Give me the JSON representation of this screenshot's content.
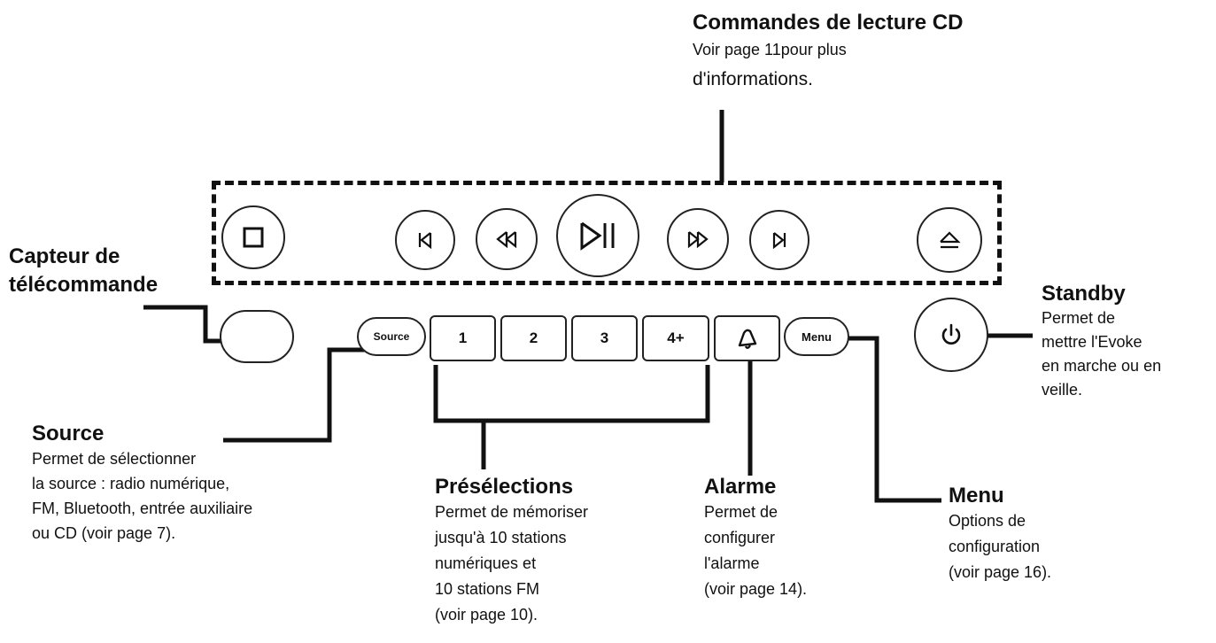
{
  "cd_controls": {
    "title": "Commandes de lecture CD",
    "desc": [
      "Voir page 11pour plus",
      "d'informations."
    ]
  },
  "remote_sensor": {
    "title": [
      "Capteur de",
      "télécommande"
    ]
  },
  "standby": {
    "title": "Standby",
    "desc": [
      "Permet de",
      "mettre l'Evoke",
      "en marche ou en",
      "veille."
    ]
  },
  "source": {
    "title": "Source",
    "desc": [
      "Permet de sélectionner",
      "la source : radio numérique,",
      "FM, Bluetooth, entrée auxiliaire",
      "ou CD (voir page 7)."
    ]
  },
  "presets": {
    "title": "Présélections",
    "desc": [
      "Permet de mémoriser",
      "jusqu'à 10 stations",
      "numériques et",
      "10 stations FM",
      "(voir page 10)."
    ]
  },
  "alarm": {
    "title": "Alarme",
    "desc": [
      "Permet de",
      "configurer",
      "l'alarme",
      "(voir page 14)."
    ]
  },
  "menu": {
    "title": "Menu",
    "desc": [
      "Options de",
      "configuration",
      "(voir page 16)."
    ]
  },
  "buttons": {
    "source": "Source",
    "preset_1": "1",
    "preset_2": "2",
    "preset_3": "3",
    "preset_4": "4+",
    "menu": "Menu"
  },
  "icons": [
    "stop-icon",
    "previous-track-icon",
    "rewind-icon",
    "play-pause-icon",
    "fast-forward-icon",
    "next-track-icon",
    "eject-icon",
    "bell-icon",
    "power-icon"
  ]
}
